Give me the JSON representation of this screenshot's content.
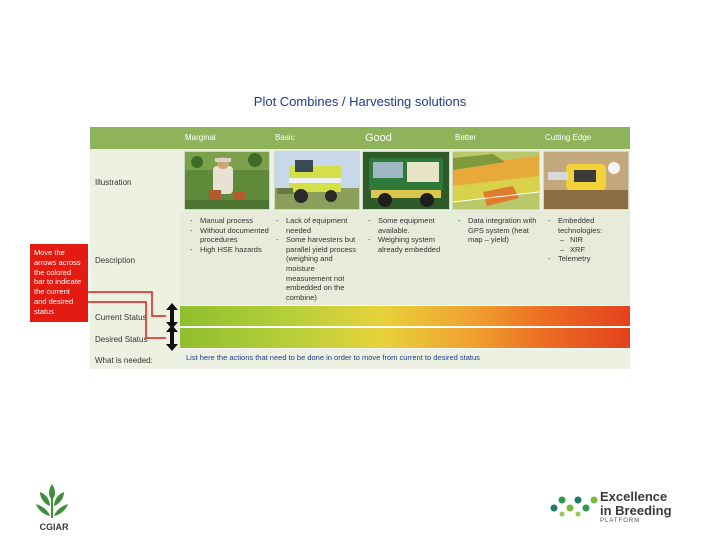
{
  "page": {
    "title": "Plot Combines / Harvesting solutions"
  },
  "columns": [
    {
      "label": "Marginal"
    },
    {
      "label": "Basic"
    },
    {
      "label": "Good"
    },
    {
      "label": "Better"
    },
    {
      "label": "Cutting Edge"
    }
  ],
  "rows": {
    "illustration": "Illustration",
    "description": "Description",
    "current_status": "Current Status",
    "desired_status": "Desired Status",
    "what_needed": "What is needed:"
  },
  "descriptions": [
    {
      "items": [
        "Manual process",
        "Without documented procedures",
        "High HSE hazards"
      ]
    },
    {
      "items": [
        "Lack of equipment needed",
        "Some harvesters but parallel yield process (weighing and moisture measurement not embedded on the combine)"
      ]
    },
    {
      "items": [
        "Some equipment available.",
        "Weighing system already embedded"
      ]
    },
    {
      "items": [
        "Data integration with GPS system (heat map – yield)"
      ]
    },
    {
      "items": [
        "Embedded technologies:",
        "NIR",
        "XRF",
        "Telemetry"
      ]
    }
  ],
  "note": {
    "text": "Move the arrows across the colored bar to indicate the current and desired status"
  },
  "needed_text": "List here the actions that need to be done in order to move from current to desired status",
  "logos": {
    "cgiar": "CGIAR",
    "ebp_line1": "Excellence",
    "ebp_line2": "in Breeding",
    "ebp_line3": "PLATFORM"
  },
  "colors": {
    "header_band": "#8fb35a",
    "note_box": "#e31b12",
    "title": "#1f3b8a",
    "row_bg": "#ecf1e2"
  },
  "icons": [
    "double-arrow-icon",
    "cgiar-logo",
    "ebp-logo"
  ]
}
